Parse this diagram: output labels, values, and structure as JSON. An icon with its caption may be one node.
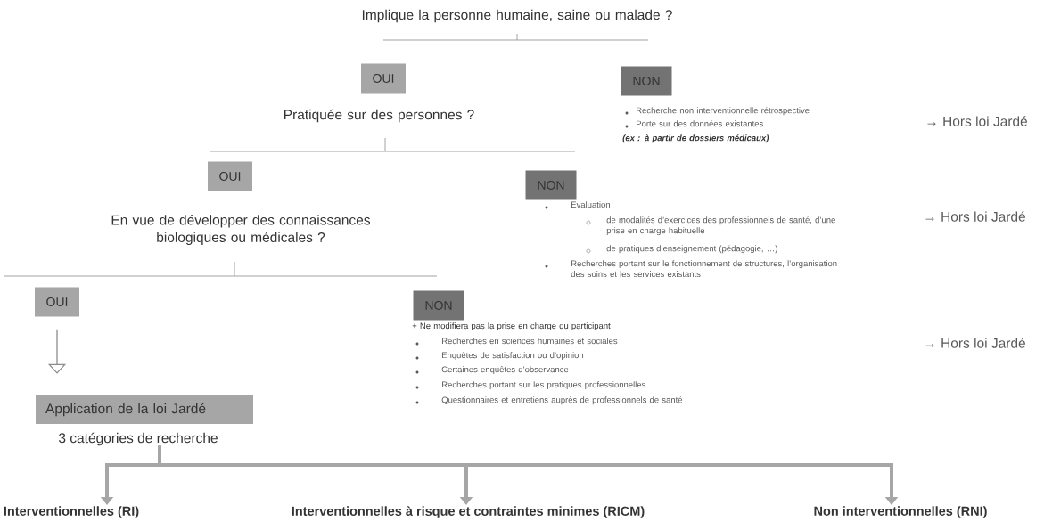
{
  "diagram": {
    "nodes": [
      {
        "text": [
          "Implique la personne humaine, saine ou malade ?"
        ]
      },
      {
        "text": [
          "OUI"
        ]
      },
      {
        "text": [
          "NON"
        ],
        "beside": [
          "Recherche non interventionnelle rétrospective",
          "Porte sur des données existantes",
          "(ex : à partir de dossiers médicaux)"
        ]
      },
      {
        "text": [
          "Pratiquée sur des personnes ?"
        ]
      },
      {
        "text": [
          "OUI"
        ]
      },
      {
        "text": [
          "NON"
        ],
        "beside": [
          "Evaluation",
          "de modalités d’exercices des professionnels de santé, d’une prise en charge habituelle",
          "de pratiques d’enseignement (pédagogie, …)",
          "Recherches portant sur le fonctionnement de structures, l’organisation des soins et les services existants"
        ]
      },
      {
        "text": [
          "En vue de développer des connaissances biologiques ou médicales ?"
        ]
      },
      {
        "text": [
          "OUI"
        ]
      },
      {
        "text": [
          "NON"
        ],
        "beside": [
          "+ Ne modifiera pas la prise en charge du participant",
          "Recherches en sciences humaines et sociales",
          "Enquêtes de satisfaction ou d’opinion",
          "Certaines enquêtes d’observance",
          "Recherches portant sur les pratiques professionnelles",
          "Questionnaires et entretiens auprès de professionnels de santé"
        ]
      },
      {
        "text": [
          "Application de la loi Jardé"
        ],
        "beside": [
          "3 catégories de recherche"
        ]
      },
      {
        "text": [
          "Interventionnelles (RI)"
        ]
      },
      {
        "text": [
          "Interventionnelles à risque et contraintes minimes (RICM)"
        ]
      },
      {
        "text": [
          "Non interventionnelles (RNI)"
        ]
      }
    ],
    "edges": [
      {
        "from": 7,
        "to": 9,
        "arrow": "to"
      },
      {
        "from": 9,
        "to": 10,
        "arrow": "to"
      },
      {
        "from": 9,
        "to": 11,
        "arrow": "to"
      },
      {
        "from": 9,
        "to": 12,
        "arrow": "to"
      }
    ],
    "labels": [
      "→ Hors loi Jardé",
      "→ Hors loi Jardé",
      "→ Hors loi Jardé"
    ]
  }
}
